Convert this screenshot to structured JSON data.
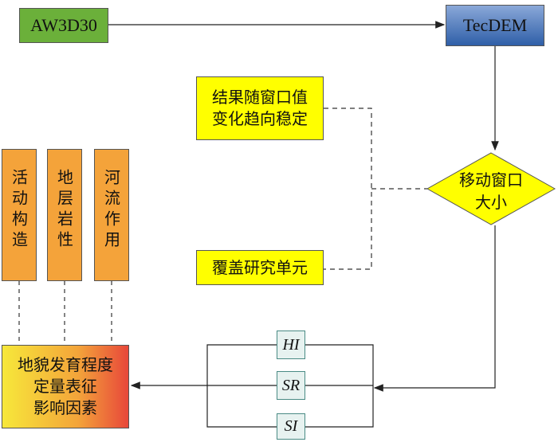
{
  "nodes": {
    "aw3d30": "AW3D30",
    "tecdem": "TecDEM",
    "moving_window": [
      "移动窗口",
      "大小"
    ],
    "result_stable": [
      "结果随窗口值",
      "变化趋向稳定"
    ],
    "cover_unit": "覆盖研究单元",
    "factors": [
      "活动构造",
      "地层岩性",
      "河流作用"
    ],
    "target": [
      "地貌发育程度",
      "定量表征",
      "影响因素"
    ],
    "indices": [
      "HI",
      "SR",
      "SI"
    ]
  },
  "colors": {
    "green": "#6bb03a",
    "blue": "#2f5fa8",
    "yellow": "#ffff00",
    "orange": "#f4a33a",
    "red": "#e8473a",
    "index_fill": "#e7f2f0"
  }
}
